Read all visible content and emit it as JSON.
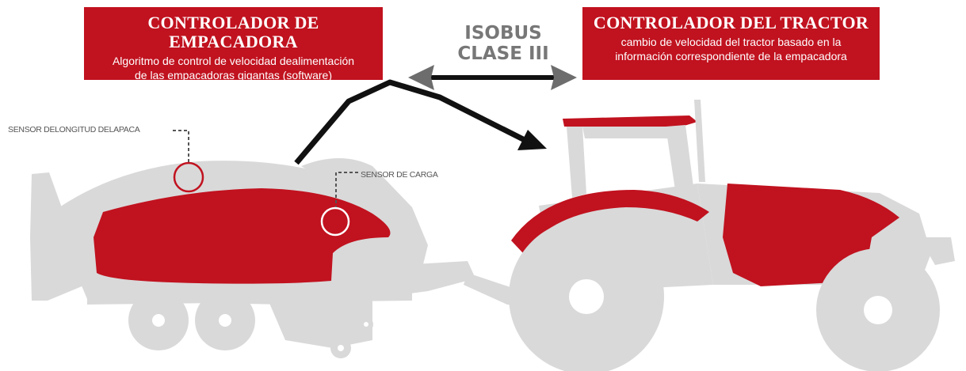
{
  "colors": {
    "brand_red": "#c1121f",
    "machine_gray": "#d9d9d9",
    "arrow_gray": "#6d6d6d",
    "line_black": "#111111",
    "text_gray": "#777777",
    "label_gray": "#555555"
  },
  "baler_controller": {
    "title": "CONTROLADOR DE EMPACADORA",
    "line1": "Algoritmo de control de velocidad dealimentación",
    "line2": "de las empacadoras gigantas (software)"
  },
  "isobus": {
    "line1": "ISOBUS",
    "line2": "CLASE III"
  },
  "tractor_controller": {
    "title": "CONTROLADOR DEL TRACTOR",
    "line1": "cambio de velocidad del tractor basado en la",
    "line2": "información correspondiente de la empacadora"
  },
  "sensors": {
    "bale_length": "SENSOR DELONGITUD DELAPACA",
    "load": "SENSOR DE CARGA"
  },
  "icons": [
    "baler-silhouette",
    "tractor-silhouette",
    "bidirectional-arrow-icon",
    "signal-arrow-icon"
  ]
}
